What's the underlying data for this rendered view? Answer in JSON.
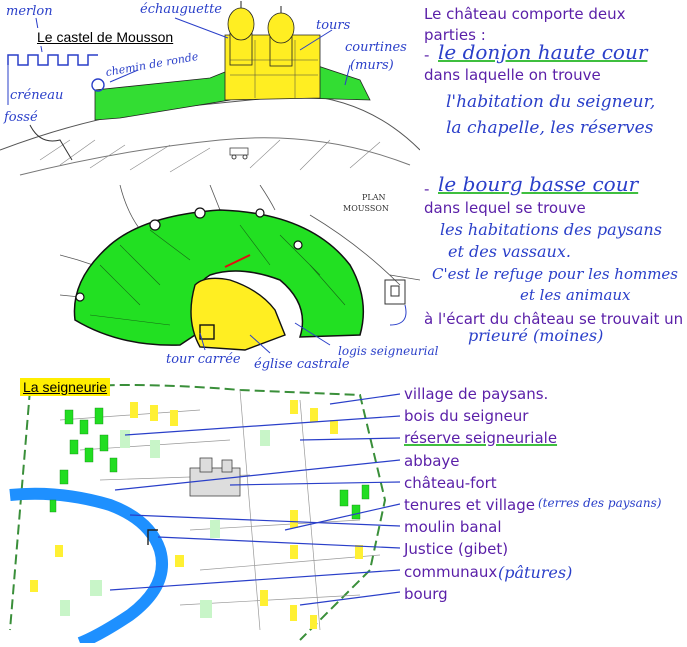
{
  "castle_section": {
    "title": "Le castel de Mousson",
    "labels": {
      "merlon": "merlon",
      "echauguette": "échauguette",
      "tours": "tours",
      "chemin_de_ronde": "chemin de ronde",
      "creneau": "créneau",
      "fosse": "fossé",
      "courtines": "courtines",
      "murs": "(murs)"
    }
  },
  "plan_section": {
    "caption_line1": "PLAN",
    "caption_line2": "MOUSSON",
    "labels": {
      "tour_carree": "tour carrée",
      "eglise_castrale": "église castrale",
      "logis_seigneurial": "logis seigneurial"
    }
  },
  "right_text": {
    "intro": "Le château comporte deux parties :",
    "part1_dash": "-",
    "part1_hand": "le donjon haute cour",
    "part1_print": "dans laquelle on trouve",
    "part1_note_line1": "l'habitation du seigneur,",
    "part1_note_line2": "la chapelle, les réserves",
    "part2_dash": "-",
    "part2_hand": "le bourg basse cour",
    "part2_print": "dans lequel se trouve",
    "part2_note_line1": "les habitations des paysans",
    "part2_note_line2": "et des vassaux.",
    "part2_note_line3": "C'est le refuge pour les hommes",
    "part2_note_line4": "et les animaux",
    "priory_print": "à l'écart du château se trouvait un",
    "priory_hand": "prieuré (moines)"
  },
  "seigneurie_section": {
    "title": "La seigneurie",
    "legend": [
      "village de paysans.",
      "bois du seigneur",
      "réserve seigneuriale",
      "abbaye",
      "château-fort",
      "tenures et village",
      "moulin banal",
      "Justice (gibet)",
      "communaux",
      "bourg"
    ],
    "tenures_note": "(terres des paysans)",
    "communaux_note": "(pâtures)"
  },
  "colors": {
    "printed_text": "#5a1fa8",
    "handwriting": "#2a3fc9",
    "plan_green": "#22e022",
    "highlight_yellow": "#ffee00"
  }
}
